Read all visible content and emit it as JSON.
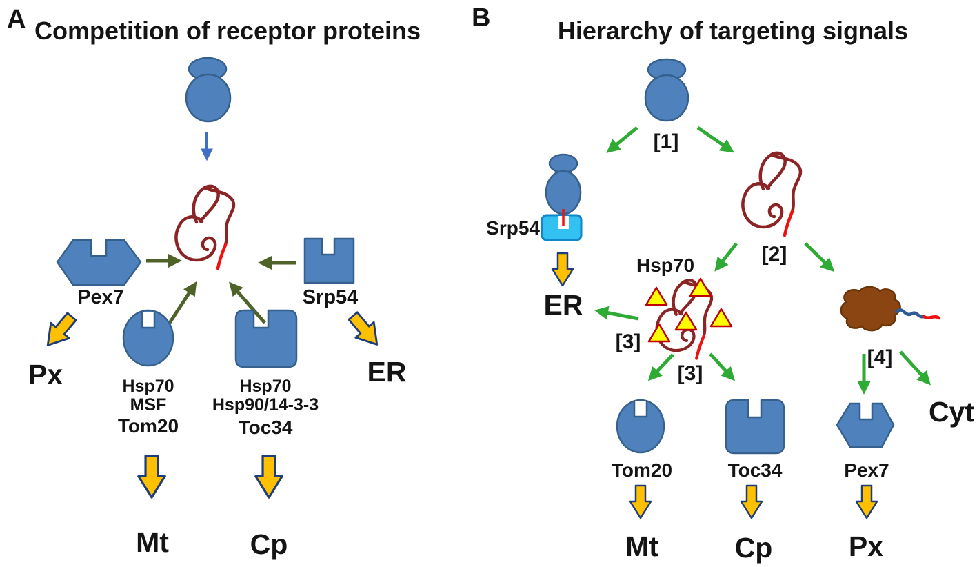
{
  "a": {
    "letter": "A",
    "title": "Competition of receptor proteins",
    "pex7": "Pex7",
    "srp54": "Srp54",
    "px": "Px",
    "er": "ER",
    "mt": "Mt",
    "cp": "Cp",
    "tom20_stack": [
      "Hsp70",
      "MSF",
      "Tom20"
    ],
    "toc34_stack": [
      "Hsp70",
      "Hsp90/14-3-3",
      "Toc34"
    ]
  },
  "b": {
    "letter": "B",
    "title": "Hierarchy of targeting signals",
    "step1": "[1]",
    "step2": "[2]",
    "step3_left": "[3]",
    "step3_bottom": "[3]",
    "step4": "[4]",
    "srp54": "Srp54",
    "er": "ER",
    "hsp70": "Hsp70",
    "tom20": "Tom20",
    "toc34": "Toc34",
    "pex7": "Pex7",
    "cyt": "Cyt",
    "mt": "Mt",
    "cp": "Cp",
    "px": "Px"
  },
  "colors": {
    "receptor_blue": "#4f81bd",
    "receptor_blue_border": "#36618e",
    "olive_arrow": "#4f6228",
    "green_arrow": "#2faa35",
    "blue_arrow": "#3f6fc4",
    "block_arrow_yellow": "#ffc000",
    "block_arrow_border": "#1f3d7a",
    "unfolded_protein_dark_red": "#8b2424",
    "signal_peptide_red": "#ee1111",
    "srp54_box_cyan": "#33c1f1",
    "srp54_box_border": "#0e86c9",
    "triangle_yellow": "#ffff00",
    "triangle_border": "#c00000",
    "folded_protein_brown": "#8a4513",
    "tail_blue": "#2e5a96",
    "text": "#141414",
    "background": "#ffffff"
  }
}
